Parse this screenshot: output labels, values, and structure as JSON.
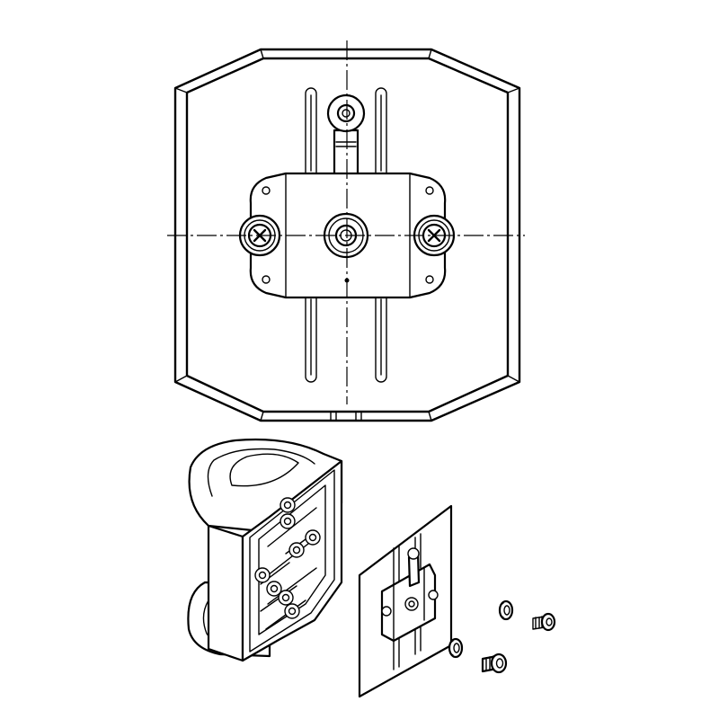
{
  "figure": {
    "background": "#ffffff",
    "line_color": "#000000",
    "style": "monochrome technical line drawing",
    "parts": [
      "speaker-back-panel",
      "mounting-plate",
      "pivot-eye-bolt",
      "thumb-screw-left",
      "center-bolt",
      "thumb-screw-right",
      "wall-bracket",
      "plate-assembly",
      "washer",
      "screw"
    ]
  }
}
